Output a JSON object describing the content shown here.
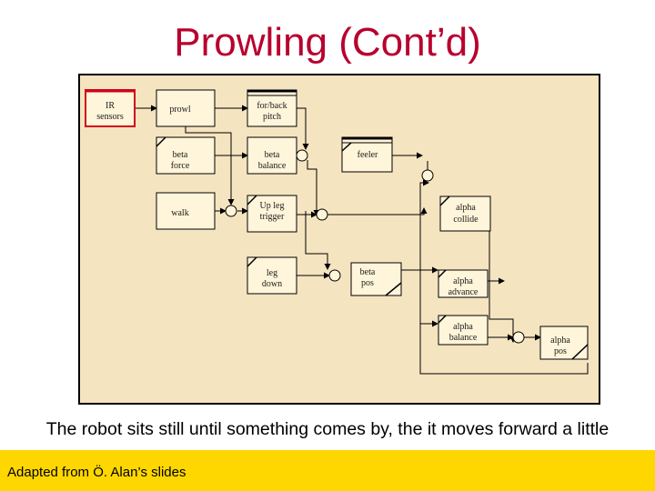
{
  "title": "Prowling (Cont’d)",
  "caption": "The robot sits still until something comes by, the it moves forward a little",
  "footer": "Adapted from Ö. Alan’s slides",
  "colors": {
    "title": "#b8002e",
    "panel_bg": "#f5e4c0",
    "panel_border": "#000000",
    "box_fill": "#fff5da",
    "sensor_border": "#d0021b",
    "wire": "#000000",
    "footer_bg": "#ffd700"
  },
  "nodes": {
    "ir_sensors": [
      "IR",
      "sensors"
    ],
    "prowl": [
      "prowl"
    ],
    "for_back_pitch": [
      "for/back",
      "pitch"
    ],
    "beta_force": [
      "beta",
      "force"
    ],
    "beta_balance": [
      "beta",
      "balance"
    ],
    "feeler": [
      "feeler"
    ],
    "walk": [
      "walk"
    ],
    "up_leg_trigger": [
      "Up leg",
      "trigger"
    ],
    "alpha_collide": [
      "alpha",
      "collide"
    ],
    "leg_down": [
      "leg",
      "down"
    ],
    "beta_pos": [
      "beta",
      "pos"
    ],
    "alpha_advance": [
      "alpha",
      "advance"
    ],
    "alpha_balance": [
      "alpha",
      "balance"
    ],
    "alpha_pos": [
      "alpha",
      "pos"
    ]
  }
}
